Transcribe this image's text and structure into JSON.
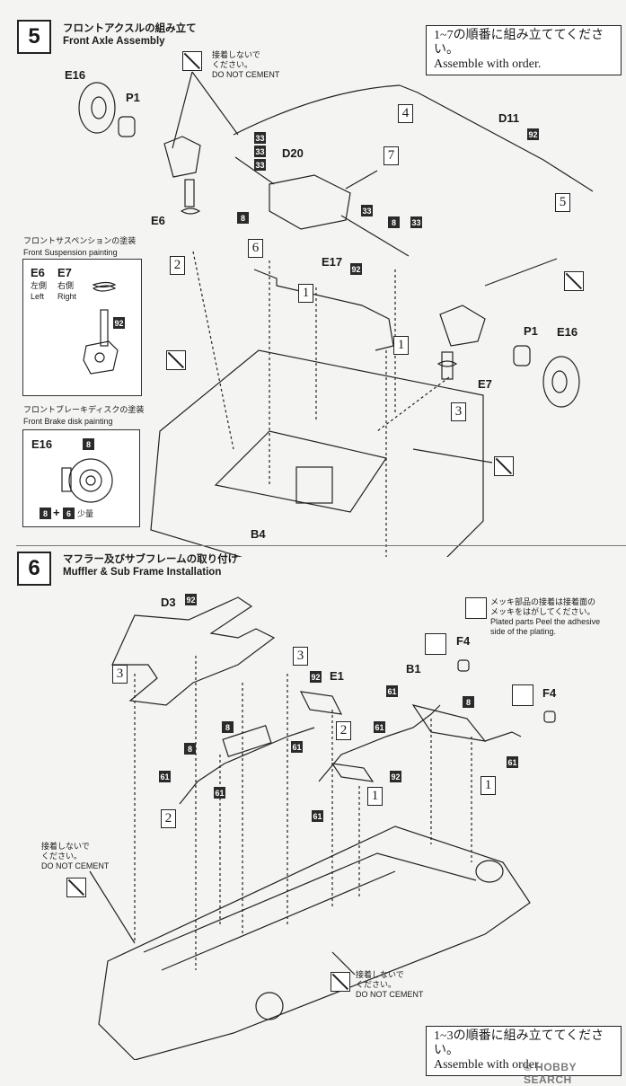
{
  "step5": {
    "number": "5",
    "title_jp": "フロントアクスルの組み立て",
    "title_en": "Front Axle Assembly",
    "order_jp": "1~7の順番に組み立ててください。",
    "order_en": "Assemble with order.",
    "no_cement_jp1": "接着しないで",
    "no_cement_jp2": "ください。",
    "no_cement_en": "DO NOT CEMENT",
    "parts": {
      "e16": "E16",
      "p1": "P1",
      "e6": "E6",
      "d20": "D20",
      "d11": "D11",
      "e17": "E17",
      "b4": "B4",
      "e7": "E7"
    },
    "color_chips": [
      "33",
      "8",
      "92"
    ],
    "order_numbers": [
      "1",
      "2",
      "3",
      "4",
      "5",
      "6",
      "7"
    ],
    "susp_panel": {
      "title_jp": "フロントサスペンションの塗装",
      "title_en": "Front Suspension painting",
      "left_part": "E6",
      "right_part": "E7",
      "left_jp": "左側",
      "right_jp": "右側",
      "left_en": "Left",
      "right_en": "Right",
      "color": "92"
    },
    "brake_panel": {
      "title_jp": "フロントブレーキディスクの塗装",
      "title_en": "Front Brake disk painting",
      "part": "E16",
      "color": "8",
      "mix_a": "8",
      "plus": "+",
      "mix_b": "6",
      "mix_note": "少量"
    }
  },
  "step6": {
    "number": "6",
    "title_jp": "マフラー及びサブフレームの取り付け",
    "title_en": "Muffler & Sub Frame Installation",
    "order_jp": "1~3の順番に組み立ててください。",
    "order_en": "Assemble with order.",
    "plated_note_jp": "メッキ部品の接着は接着面の",
    "plated_note_jp2": "メッキをはがしてください。",
    "plated_note_en1": "Plated parts Peel the adhesive",
    "plated_note_en2": "side of the plating.",
    "no_cement_jp1": "接着しないで",
    "no_cement_jp2": "ください。",
    "no_cement_en": "DO NOT CEMENT",
    "parts": {
      "d3": "D3",
      "e1": "E1",
      "b1": "B1",
      "f4": "F4"
    },
    "color_chips": [
      "92",
      "8",
      "61"
    ],
    "order_numbers": [
      "1",
      "2",
      "3"
    ]
  },
  "watermark": "© HOBBY SEARCH"
}
